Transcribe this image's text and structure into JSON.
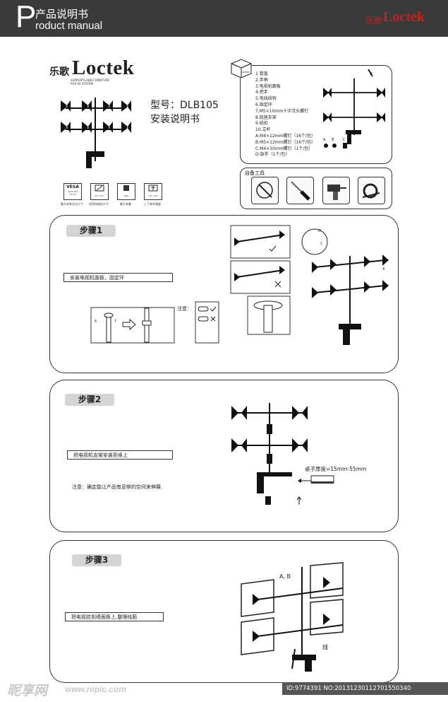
{
  "header": {
    "big_letter": "P",
    "title_cn": "产品说明书",
    "title_en": "roduct manual",
    "brand_cn": "乐歌",
    "brand_en": "Loctek"
  },
  "cover": {
    "logo_cn": "乐歌",
    "logo_en": "Loctek",
    "logo_sub1": "SUPPORTS AND FURNITURE",
    "logo_sub2": "FOR AV SYSTEM",
    "model": "型号：DLB105",
    "manual_title": "安装说明书",
    "specs": [
      {
        "icon": "VESA",
        "sub": "100×100 75×75",
        "caption": "最大安装孔位尺寸"
      },
      {
        "icon": "screen-size-icon",
        "sub": "10\"~24\"",
        "caption": "适用电视机尺寸"
      },
      {
        "icon": "weight-icon",
        "sub": "8kg",
        "caption": "最大承重"
      },
      {
        "icon": "tilt-icon",
        "sub": "-15°~15°",
        "caption": "上下调节角度"
      }
    ]
  },
  "parts": {
    "list": [
      "1.管盖",
      "2.手柄",
      "3.电视机面板",
      "4.把手",
      "5.电线线钩",
      "6.固定环",
      "7.M5×10mm十字沉头螺钉",
      "8.底座支架",
      "9.线扣",
      "10.立杆",
      "A:M4×12mm螺钉（16个/包）",
      "B:M5×12mm螺钉（16个/包）",
      "C:M4×10mm螺钉（1个/包）",
      "D:扳手（1个/包）"
    ],
    "box_label": "Loctek",
    "hw_labels": [
      "A",
      "B",
      "C",
      "D"
    ]
  },
  "tools": {
    "title": "自备工具",
    "items": [
      "cutter-icon",
      "screwdriver-icon",
      "drill-icon",
      "tape-measure-icon"
    ]
  },
  "step1": {
    "tag": "步骤1",
    "instruction": "安装电视机面板，固定环",
    "note": "注意：",
    "callouts": [
      "6",
      "7",
      "4",
      "D",
      "C"
    ]
  },
  "step2": {
    "tag": "步骤2",
    "instruction": "把电视机支架安装到桌上",
    "note": "注意：确定能让产品有足够的空间来伸展",
    "desk_thickness": "桌子厚度=15mm-55mm"
  },
  "step3": {
    "tag": "步骤3",
    "instruction": "把电视挂到墙面板上,整理线筋",
    "label_ab": "A, B",
    "label_line": "线"
  },
  "watermark": {
    "site_cn": "昵享网",
    "site_en": "www.nipic.com",
    "id_text": "ID:9774391 NO:20131230112701550340"
  },
  "colors": {
    "brand": "#c8201e",
    "header_bg": "#3a3a3a",
    "tag_bg": "#d4d4d4"
  }
}
